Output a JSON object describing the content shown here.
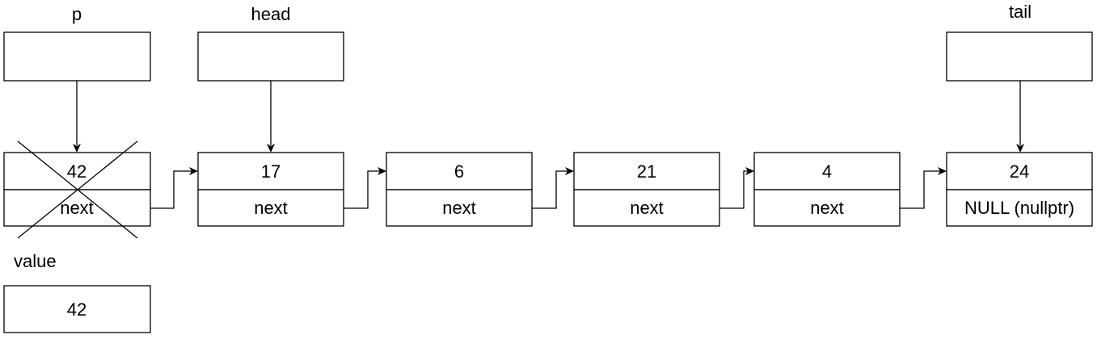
{
  "pointers": {
    "p": {
      "label": "p"
    },
    "head": {
      "label": "head"
    },
    "tail": {
      "label": "tail"
    }
  },
  "nodes": [
    {
      "value": "42",
      "next": "next",
      "crossed_out": true
    },
    {
      "value": "17",
      "next": "next"
    },
    {
      "value": "6",
      "next": "next"
    },
    {
      "value": "21",
      "next": "next"
    },
    {
      "value": "4",
      "next": "next"
    },
    {
      "value": "24",
      "next": "NULL (nullptr)"
    }
  ],
  "value_var": {
    "label": "value",
    "value": "42"
  }
}
